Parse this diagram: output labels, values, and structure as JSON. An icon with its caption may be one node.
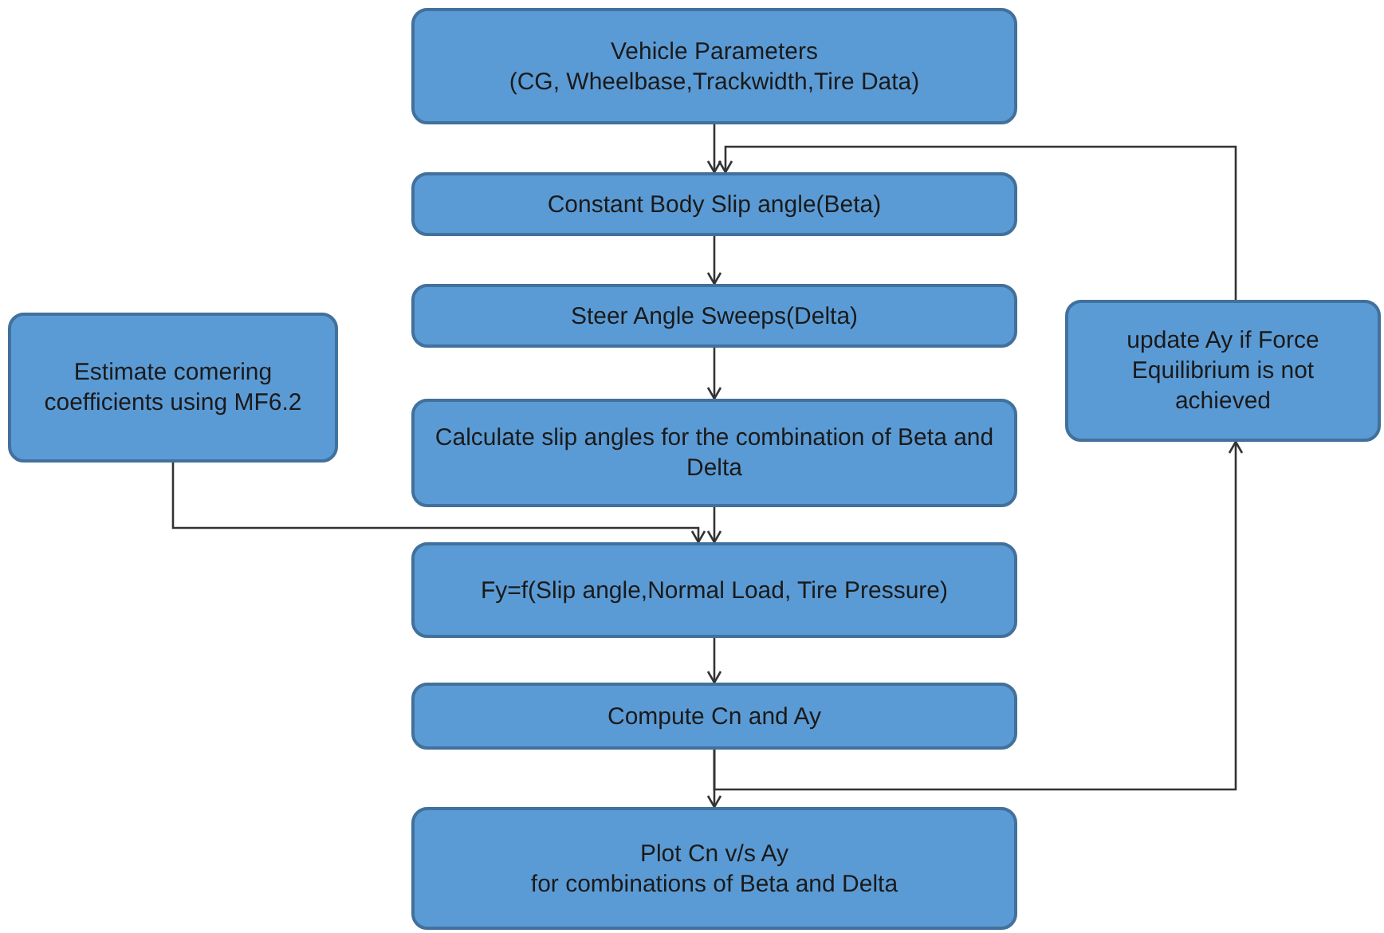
{
  "diagram": {
    "nodes": [
      {
        "text": [
          "Vehicle Parameters",
          "(CG, Wheelbase,Trackwidth,Tire Data)"
        ]
      },
      {
        "text": [
          "Constant Body Slip angle(Beta)"
        ]
      },
      {
        "text": [
          "Steer Angle Sweeps(Delta)"
        ]
      },
      {
        "text": [
          "Calculate slip angles for the combination of Beta and Delta"
        ]
      },
      {
        "text": [
          "Fy=f(Slip angle,Normal Load, Tire Pressure)"
        ]
      },
      {
        "text": [
          "Compute Cn and Ay"
        ]
      },
      {
        "text": [
          "Plot Cn v/s Ay",
          "for combinations of Beta and Delta"
        ]
      },
      {
        "text": [
          "Estimate comering coefficients using MF6.2"
        ]
      },
      {
        "text": [
          "update Ay if Force Equilibrium is not achieved"
        ]
      }
    ],
    "edges": [
      {
        "from": 0,
        "to": 1,
        "arrow": "to"
      },
      {
        "from": 1,
        "to": 2,
        "arrow": "to"
      },
      {
        "from": 2,
        "to": 3,
        "arrow": "to"
      },
      {
        "from": 3,
        "to": 4,
        "arrow": "to"
      },
      {
        "from": 7,
        "to": 4,
        "arrow": "to"
      },
      {
        "from": 4,
        "to": 5,
        "arrow": "to"
      },
      {
        "from": 5,
        "to": 6,
        "arrow": "to"
      },
      {
        "from": 5,
        "to": 8,
        "arrow": "to"
      },
      {
        "from": 8,
        "to": 1,
        "arrow": "to"
      }
    ]
  }
}
